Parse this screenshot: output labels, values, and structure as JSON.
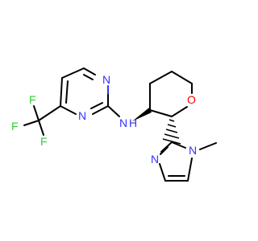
{
  "colors": {
    "background": "#ffffff",
    "bond": "#000000",
    "nitrogen": "#3333ff",
    "oxygen": "#ff0000",
    "fluorine": "#33cc33"
  },
  "molecule": {
    "atoms": {
      "pyr_n1": "N",
      "pyr_n3": "N",
      "f_top": "F",
      "f_left": "F",
      "f_bottom": "F",
      "amine_n": "N",
      "amine_h": "H",
      "ring_o": "O",
      "imid_n_methyl": "N",
      "imid_n3": "N"
    }
  }
}
